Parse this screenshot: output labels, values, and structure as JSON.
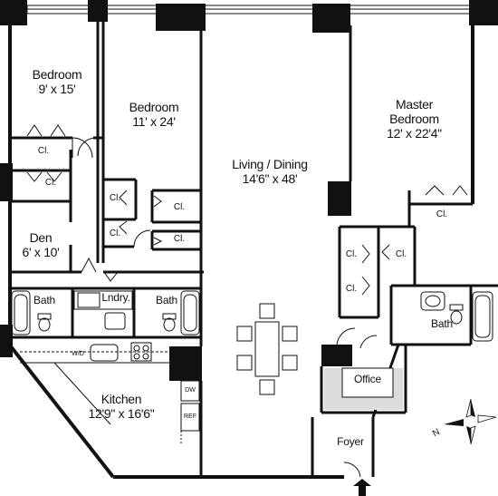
{
  "rooms": {
    "bedroom_left": {
      "name": "Bedroom",
      "size": "9' x 15'"
    },
    "bedroom_mid": {
      "name": "Bedroom",
      "size": "11' x 24'"
    },
    "living": {
      "name": "Living / Dining",
      "size": "14'6\" x 48'"
    },
    "master": {
      "name": "Master",
      "name2": "Bedroom",
      "size": "12' x 22'4\""
    },
    "den": {
      "name": "Den",
      "size": "6' x 10'"
    },
    "kitchen": {
      "name": "Kitchen",
      "size": "12'9\" x 16'6\""
    },
    "bath_left": {
      "name": "Bath"
    },
    "laundry": {
      "name": "Lndry."
    },
    "bath_mid": {
      "name": "Bath"
    },
    "bath_right": {
      "name": "Bath"
    },
    "office": {
      "name": "Office"
    },
    "foyer": {
      "name": "Foyer"
    }
  },
  "closets": {
    "label": "Cl.",
    "count": 10
  },
  "appliances": {
    "washer_dryer": "W/D",
    "dishwasher": "DW",
    "refrigerator": "REF"
  },
  "compass": {
    "north_label": "N"
  },
  "colors": {
    "wall": "#111111",
    "office_fill": "#dcdcdc",
    "background": "#ffffff"
  }
}
